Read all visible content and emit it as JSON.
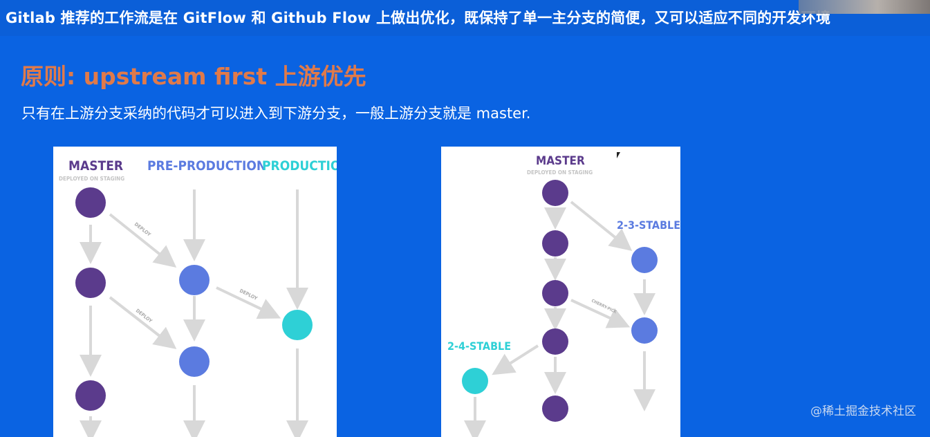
{
  "header": {
    "text": "Gitlab 推荐的工作流是在 GitFlow 和 Github Flow 上做出优化，既保持了单一主分支的简便，又可以适应不同的开发环境"
  },
  "slide": {
    "heading": "原则: upstream first 上游优先",
    "subtext": "只有在上游分支采纳的代码才可以进入到下游分支，一般上游分支就是 master."
  },
  "diagram_left": {
    "col_master": "MASTER",
    "col_master_sub": "DEPLOYED ON STAGING",
    "col_preprod": "PRE-PRODUCTION",
    "col_prod": "PRODUCTION",
    "deploy_label": "DEPLOY",
    "colors": {
      "master": "#5b3b8c",
      "preprod": "#5b7be0",
      "prod": "#2ed0d6",
      "arrow": "#d8d8d8"
    }
  },
  "diagram_right": {
    "col_master": "MASTER",
    "col_master_sub": "DEPLOYED ON STAGING",
    "stable_23": "2-3-STABLE",
    "stable_24": "2-4-STABLE",
    "cherry_label": "CHERRY-PICK"
  },
  "watermark": "@稀土掘金技术社区"
}
